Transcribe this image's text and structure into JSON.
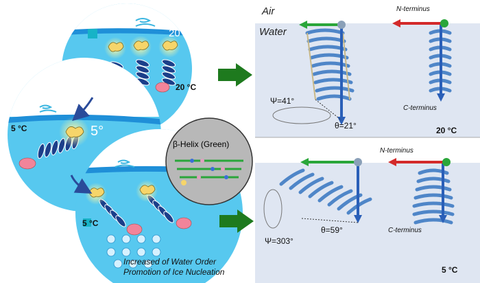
{
  "left": {
    "angle_top": "20°",
    "angle_mid": "5°",
    "temp_top": "20 °C",
    "temp_mid": "5 °C",
    "temp_bottom": "5 °C",
    "beta_helix": "β-Helix (Green)",
    "caption_line1": "Increased of Water Order",
    "caption_line2": "Promotion of Ice Nucleation"
  },
  "right_top": {
    "air": "Air",
    "water": "Water",
    "n_terminus": "N-terminus",
    "c_terminus": "C-terminus",
    "psi": "Ψ=41°",
    "theta": "θ=21°",
    "temp": "20 °C"
  },
  "right_bottom": {
    "n_terminus": "N-terminus",
    "c_terminus": "C-terminus",
    "psi": "Ψ=303°",
    "theta": "θ=59°",
    "temp": "5 °C"
  },
  "colors": {
    "water": "#57c8ef",
    "water_surface": "#1f8fd8",
    "panel_bg": "#dfe6f2",
    "helix": "#4f86c8",
    "arrow_green": "#2aa63a",
    "arrow_red": "#d32a2a",
    "arrow_blue": "#2a5fb8",
    "flow_arrow": "#1e7a1e"
  }
}
